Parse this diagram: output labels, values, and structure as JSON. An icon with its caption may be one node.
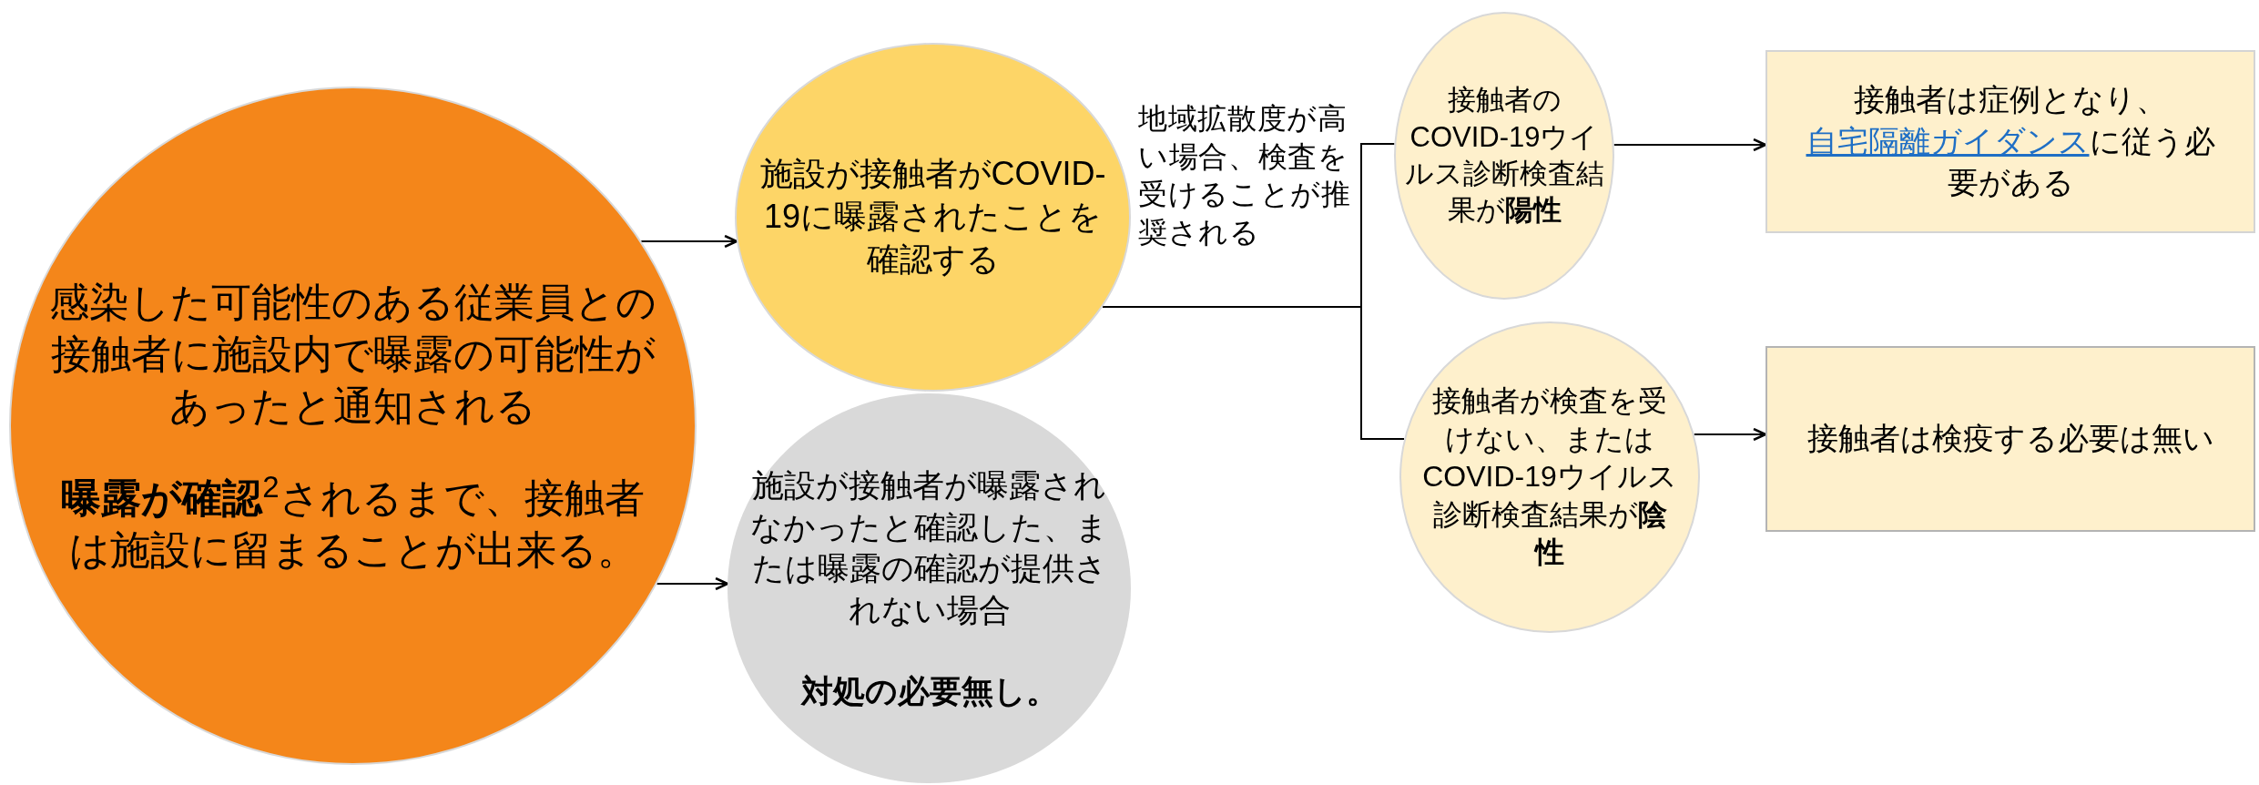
{
  "diagram": {
    "nodes": [
      {
        "text": [
          "感染した可能性のある従業員との接触者に施設内で曝露の可能性があったと通知される",
          "**曝露が確認**$^{2}$されるまで、接触者は施設に留まることが出来る。"
        ]
      },
      {
        "text": [
          "施設が接触者がCOVID-19に曝露されたことを確認する"
        ]
      },
      {
        "text": [
          "施設が接触者が曝露されなかったと確認した、または曝露の確認が提供されない場合",
          "対処の必要無し。"
        ]
      },
      {
        "text": [
          "接触者のCOVID-19ウイルス診断検査結果が**陽性**"
        ]
      },
      {
        "text": [
          "接触者が検査を受けない、またはCOVID-19ウイルス診断検査結果が**陰性**"
        ]
      },
      {
        "text": [
          "接触者は症例となり、自宅隔離ガイダンスに従う必要がある"
        ]
      },
      {
        "text": [
          "接触者は検疫する必要は無い"
        ]
      }
    ],
    "edges": [
      {
        "from": 0,
        "to": 1,
        "arrow": "to"
      },
      {
        "from": 0,
        "to": 2,
        "arrow": "to"
      },
      {
        "from": 1,
        "to": 3,
        "arrow": "none",
        "label": "地域拡散度が高い場合、検査を受けることが推奨される"
      },
      {
        "from": 1,
        "to": 4,
        "arrow": "none"
      },
      {
        "from": 3,
        "to": 5,
        "arrow": "to"
      },
      {
        "from": 4,
        "to": 6,
        "arrow": "to"
      }
    ]
  }
}
